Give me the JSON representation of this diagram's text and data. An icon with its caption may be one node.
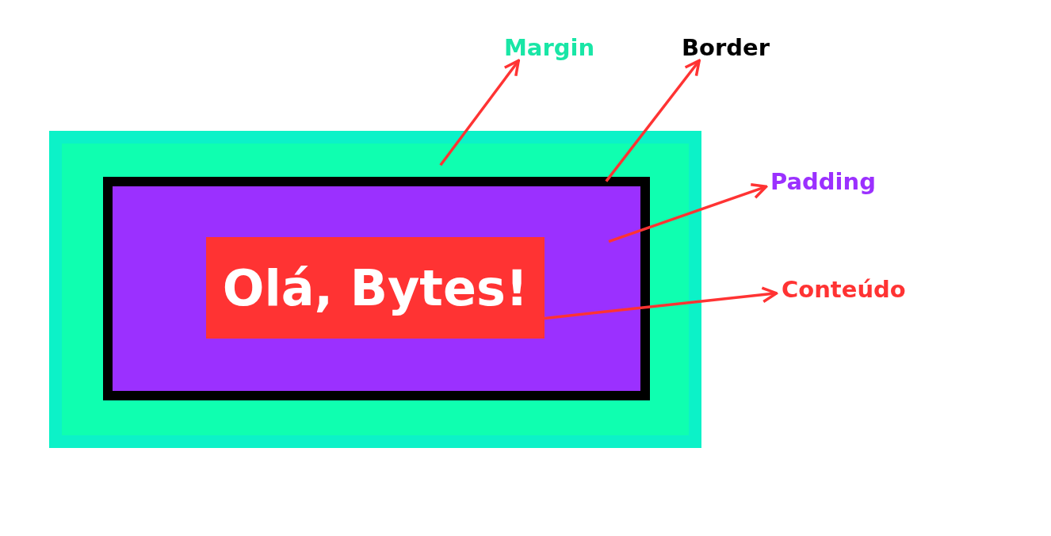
{
  "diagram": {
    "nodes": [
      {
        "text": [],
        "shape": "box"
      },
      {
        "text": [],
        "shape": "box",
        "in": 0
      },
      {
        "text": [],
        "shape": "box",
        "in": 1
      },
      {
        "text": [
          "Olá, Bytes!"
        ],
        "in": 2
      },
      {
        "text": [
          "Margin"
        ]
      },
      {
        "text": [
          "Border"
        ]
      },
      {
        "text": [
          "Padding"
        ]
      },
      {
        "text": [
          "Conteúdo"
        ]
      }
    ],
    "edges": [
      {
        "from": 0,
        "to": 4,
        "arrow": "to"
      },
      {
        "from": 1,
        "to": 5,
        "arrow": "to"
      },
      {
        "from": 2,
        "to": 6,
        "arrow": "to"
      },
      {
        "from": 3,
        "to": 7,
        "arrow": "to"
      }
    ]
  }
}
